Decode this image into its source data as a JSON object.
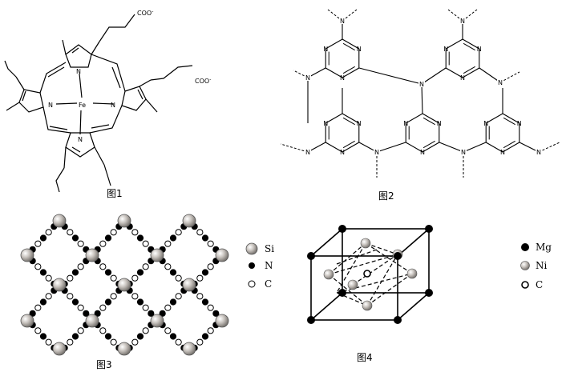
{
  "figure1": {
    "caption": "图1",
    "atoms": {
      "fe": "Fe",
      "n": "N"
    },
    "groups": {
      "carboxylate": "COO",
      "charge": "-"
    }
  },
  "figure2": {
    "caption": "图2",
    "atoms": {
      "n": "N"
    }
  },
  "figure3": {
    "caption": "图3",
    "legend": [
      {
        "key": "si",
        "label": "Si",
        "color": "#b8b2ac"
      },
      {
        "key": "n",
        "label": "N",
        "color": "#000000"
      },
      {
        "key": "c",
        "label": "C",
        "color": "#ffffff"
      }
    ]
  },
  "figure4": {
    "caption": "图4",
    "legend": [
      {
        "key": "mg",
        "label": "Mg",
        "color": "#000000"
      },
      {
        "key": "ni",
        "label": "Ni",
        "color": "#b8b2ac"
      },
      {
        "key": "c",
        "label": "C",
        "color": "#ffffff"
      }
    ]
  }
}
